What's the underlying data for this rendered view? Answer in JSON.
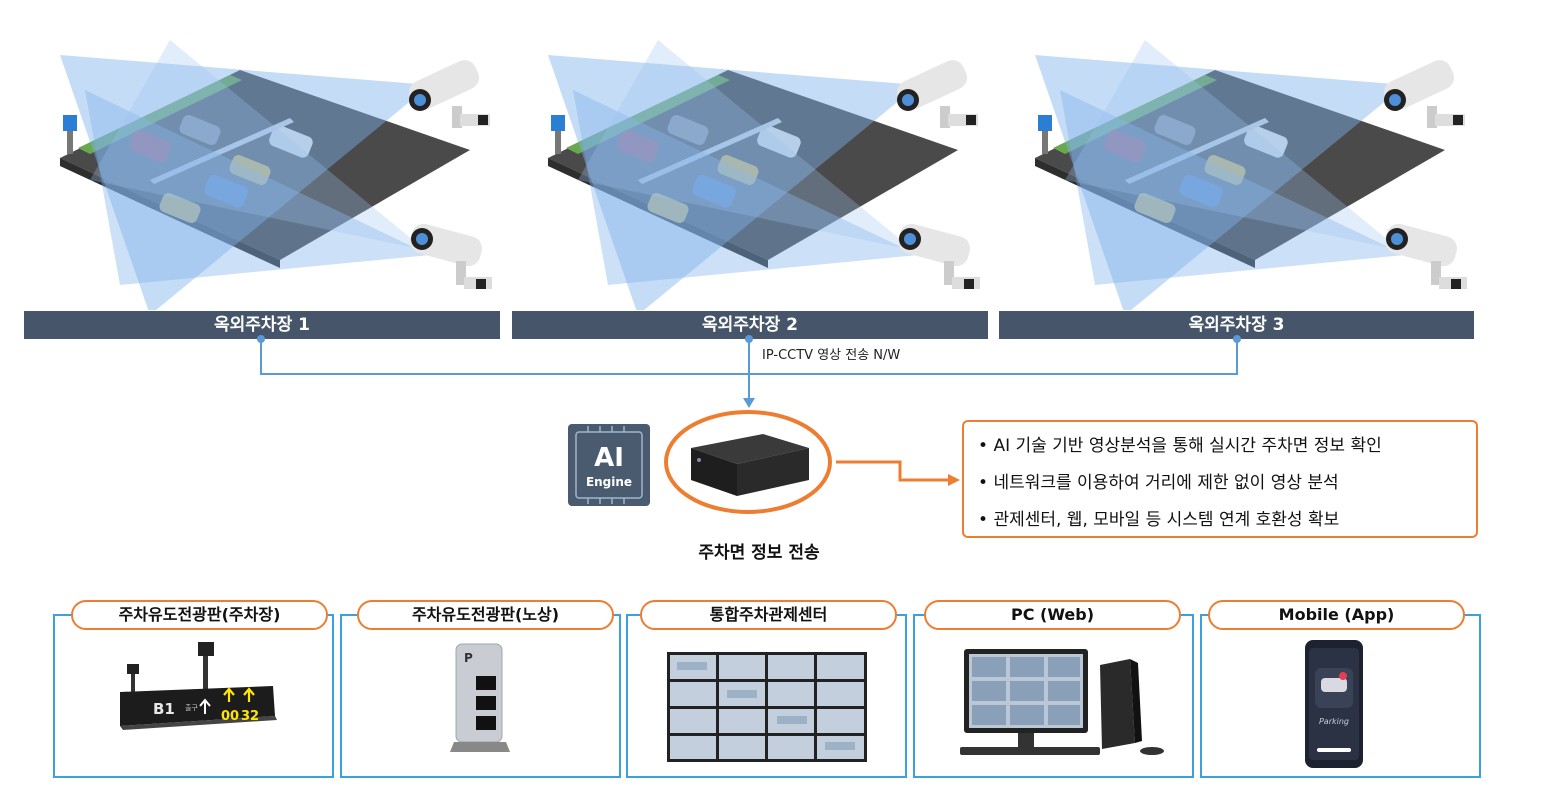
{
  "lots": [
    {
      "label": "옥외주차장 1"
    },
    {
      "label": "옥외주차장 2"
    },
    {
      "label": "옥외주차장 3"
    }
  ],
  "network_label": "IP-CCTV 영상 전송 N/W",
  "ai_chip": {
    "line1": "AI",
    "line2": "Engine"
  },
  "server_caption": "주차면 정보 전송",
  "features": [
    "AI 기술 기반 영상분석을 통해 실시간 주차면 정보 확인",
    "네트워크를 이용하여 거리에 제한 없이 영상 분석",
    "관제센터, 웹, 모바일 등 시스템 연계 호환성 확보"
  ],
  "outputs": [
    {
      "label": "주차유도전광판(주차장)",
      "sign": {
        "b": "B1",
        "exit": "출구",
        "n1": "00",
        "n2": "32"
      }
    },
    {
      "label": "주차유도전광판(노상)",
      "sign": {
        "p": "P"
      }
    },
    {
      "label": "통합주차관제센터"
    },
    {
      "label": "PC (Web)"
    },
    {
      "label": "Mobile (App)",
      "app": {
        "title": "Parking"
      }
    }
  ],
  "colors": {
    "accent_orange": "#ed7d31",
    "line_blue": "#5b9bd5",
    "label_bg": "#465569",
    "box_blue": "#3aa0e0"
  }
}
